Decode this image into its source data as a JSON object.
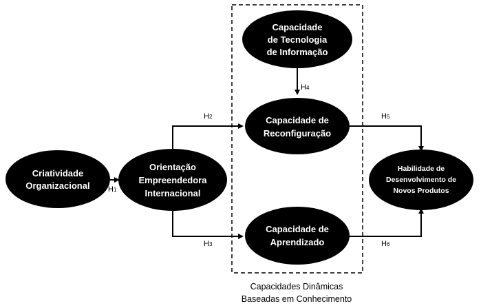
{
  "colors": {
    "node_fill": "#000000",
    "node_text": "#ffffff",
    "line": "#000000",
    "background": "#ffffff"
  },
  "nodes": {
    "criatividade": {
      "lines": [
        "Criatividade",
        "Organizacional"
      ]
    },
    "orientacao": {
      "lines": [
        "Orientação",
        "Empreendedora",
        "Internacional"
      ]
    },
    "tecnologia": {
      "lines": [
        "Capacidade",
        "de Tecnologia",
        "de Informação"
      ]
    },
    "reconfiguracao": {
      "lines": [
        "Capacidade de",
        "Reconfiguração"
      ]
    },
    "aprendizado": {
      "lines": [
        "Capacidade de",
        "Aprendizado"
      ]
    },
    "habilidade": {
      "lines": [
        "Habilidade de",
        "Desenvolvimento de",
        "Novos Produtos"
      ]
    }
  },
  "hypotheses": {
    "h1": {
      "letter": "H",
      "num": "1"
    },
    "h2": {
      "letter": "H",
      "num": "2"
    },
    "h3": {
      "letter": "H",
      "num": "3"
    },
    "h4": {
      "letter": "H",
      "num": "4"
    },
    "h5": {
      "letter": "H",
      "num": "5"
    },
    "h6": {
      "letter": "H",
      "num": "6"
    }
  },
  "group": {
    "caption_lines": [
      "Capacidades Dinâmicas",
      "Baseadas em Conhecimento"
    ]
  }
}
